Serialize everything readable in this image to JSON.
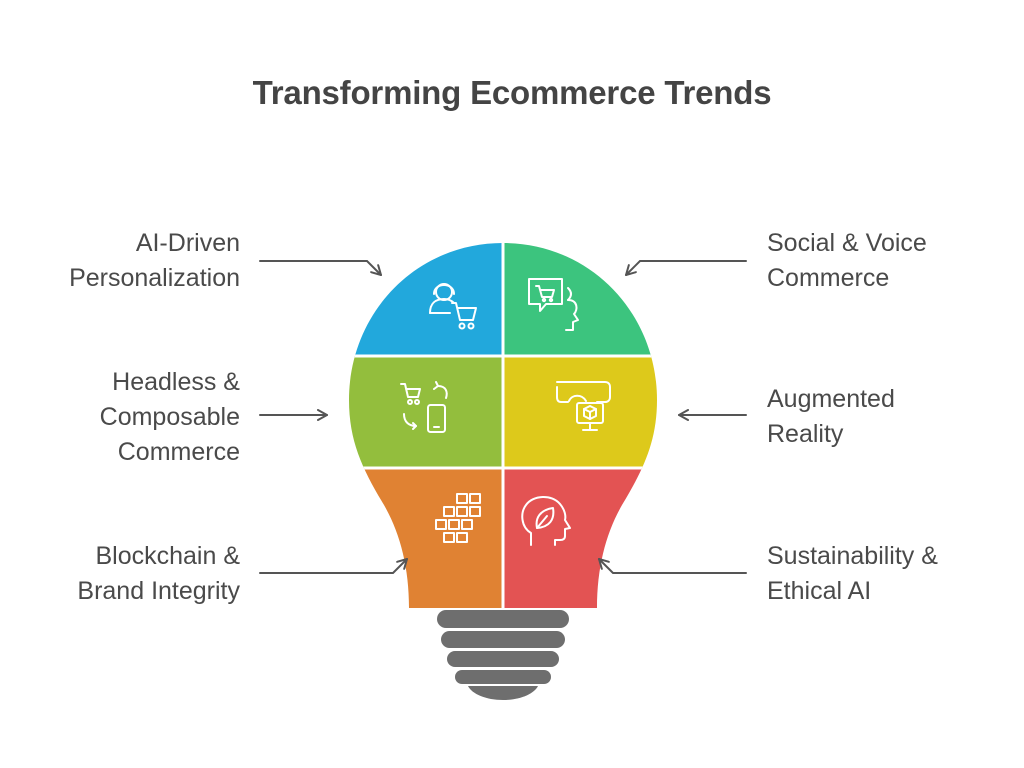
{
  "title": "Transforming Ecommerce Trends",
  "segments": [
    {
      "id": "ai",
      "lines": [
        "AI-Driven",
        "Personalization"
      ],
      "color": "#22a8dc",
      "icon": "customer-cart-icon"
    },
    {
      "id": "social",
      "lines": [
        "Social & Voice",
        "Commerce"
      ],
      "color": "#3cc47e",
      "icon": "chat-cart-voice-icon"
    },
    {
      "id": "headless",
      "lines": [
        "Headless &",
        "Composable",
        "Commerce"
      ],
      "color": "#93be3d",
      "icon": "cart-phone-sync-icon"
    },
    {
      "id": "ar",
      "lines": [
        "Augmented",
        "Reality"
      ],
      "color": "#ddc91b",
      "icon": "ar-headset-icon"
    },
    {
      "id": "blockchain",
      "lines": [
        "Blockchain &",
        "Brand Integrity"
      ],
      "color": "#e08233",
      "icon": "blockchain-blocks-icon"
    },
    {
      "id": "sustain",
      "lines": [
        "Sustainability &",
        "Ethical AI"
      ],
      "color": "#e35353",
      "icon": "leaf-head-icon"
    }
  ],
  "colors": {
    "text": "#444444",
    "arrow": "#555555",
    "base": "#6e6e6e"
  }
}
